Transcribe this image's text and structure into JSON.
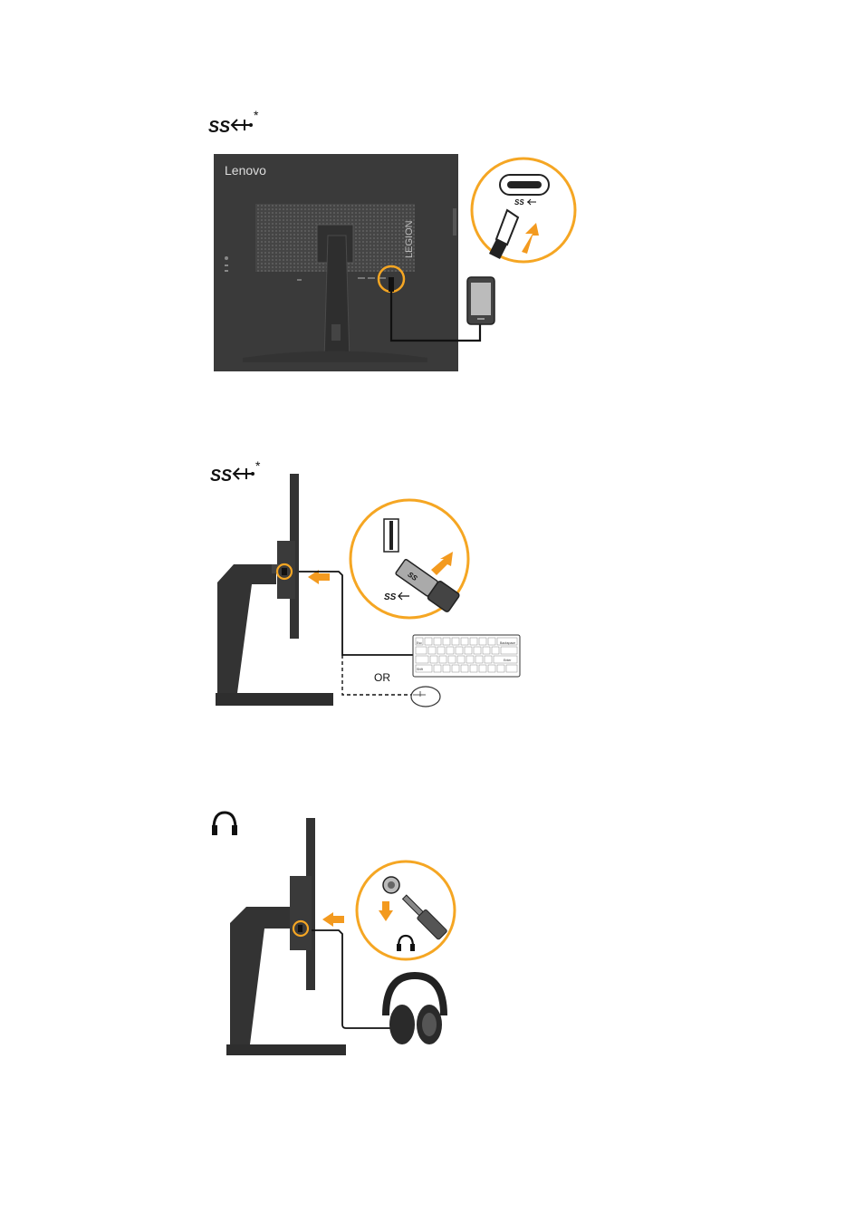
{
  "sections": [
    {
      "icon": "usb-superspeed-icon",
      "asterisk": "*",
      "monitor_brand": "Lenovo",
      "monitor_sub_brand": "LEGION",
      "ss_mark": "SS"
    },
    {
      "icon": "usb-superspeed-icon",
      "asterisk": "*",
      "ss_mark": "SS",
      "or_label": "OR",
      "keyboard_keys": [
        "Esc",
        "Backspace",
        "Enter",
        "Shift"
      ]
    },
    {
      "icon": "headphones-icon"
    }
  ],
  "colors": {
    "accent": "#f5a623",
    "arrow": "#f39a1f",
    "monitor": "#3d3d3d",
    "stand": "#333333",
    "panel": "#4a4a4a"
  }
}
